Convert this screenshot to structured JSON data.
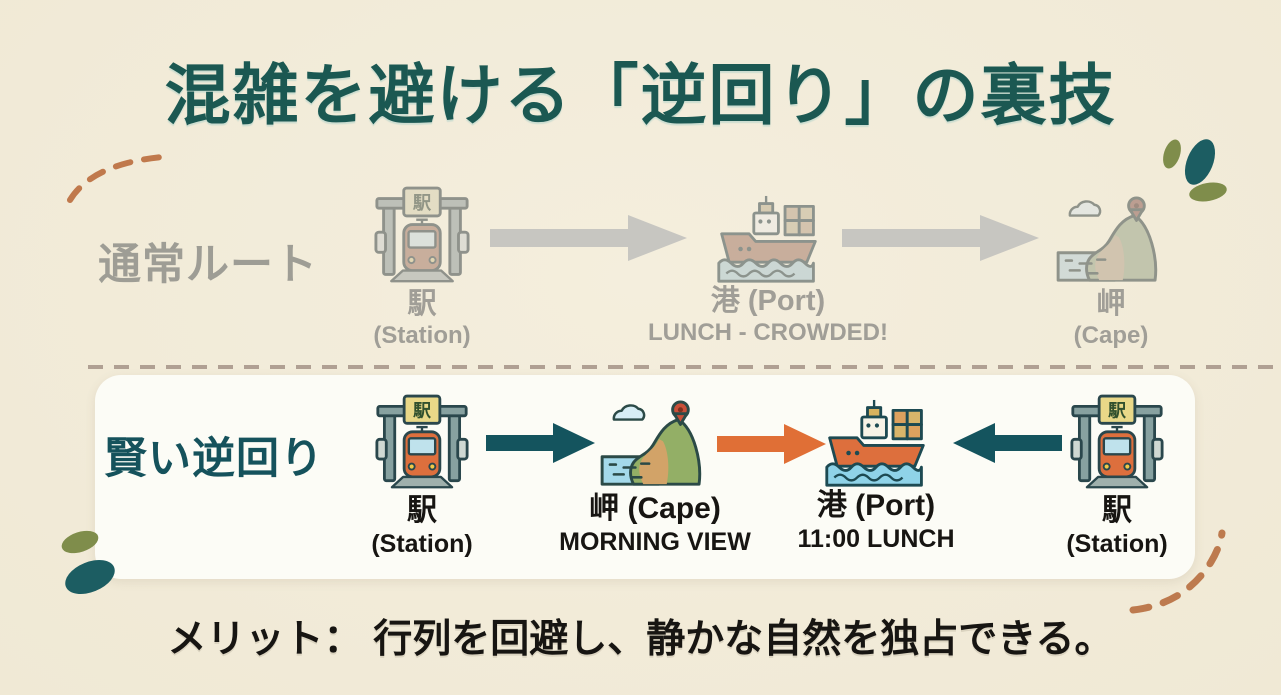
{
  "title": "混雑を避ける「逆回り」の裏技",
  "normal_route": {
    "label": "通常ルート",
    "stops": [
      {
        "name": "駅",
        "sub": "(Station)"
      },
      {
        "name": "港 (Port)",
        "sub": "LUNCH - CROWDED!"
      },
      {
        "name": "岬",
        "sub": "(Cape)"
      }
    ]
  },
  "smart_route": {
    "label": "賢い逆回り",
    "stops": [
      {
        "name": "駅",
        "sub": "(Station)"
      },
      {
        "name": "岬 (Cape)",
        "sub": "MORNING VIEW"
      },
      {
        "name": "港 (Port)",
        "sub": "11:00 LUNCH"
      },
      {
        "name": "駅",
        "sub": "(Station)"
      }
    ]
  },
  "benefit": "メリット： 行列を回避し、静かな自然を独占できる。",
  "station_sign": "駅",
  "colors": {
    "background": "#f1ebd8",
    "title": "#1b5852",
    "muted_text": "#a09e97",
    "muted_arrow": "#c7c6c1",
    "teal": "#14545e",
    "orange": "#e06f36",
    "card": "#fcfcf6",
    "dash_decoration": "#c0794c"
  }
}
